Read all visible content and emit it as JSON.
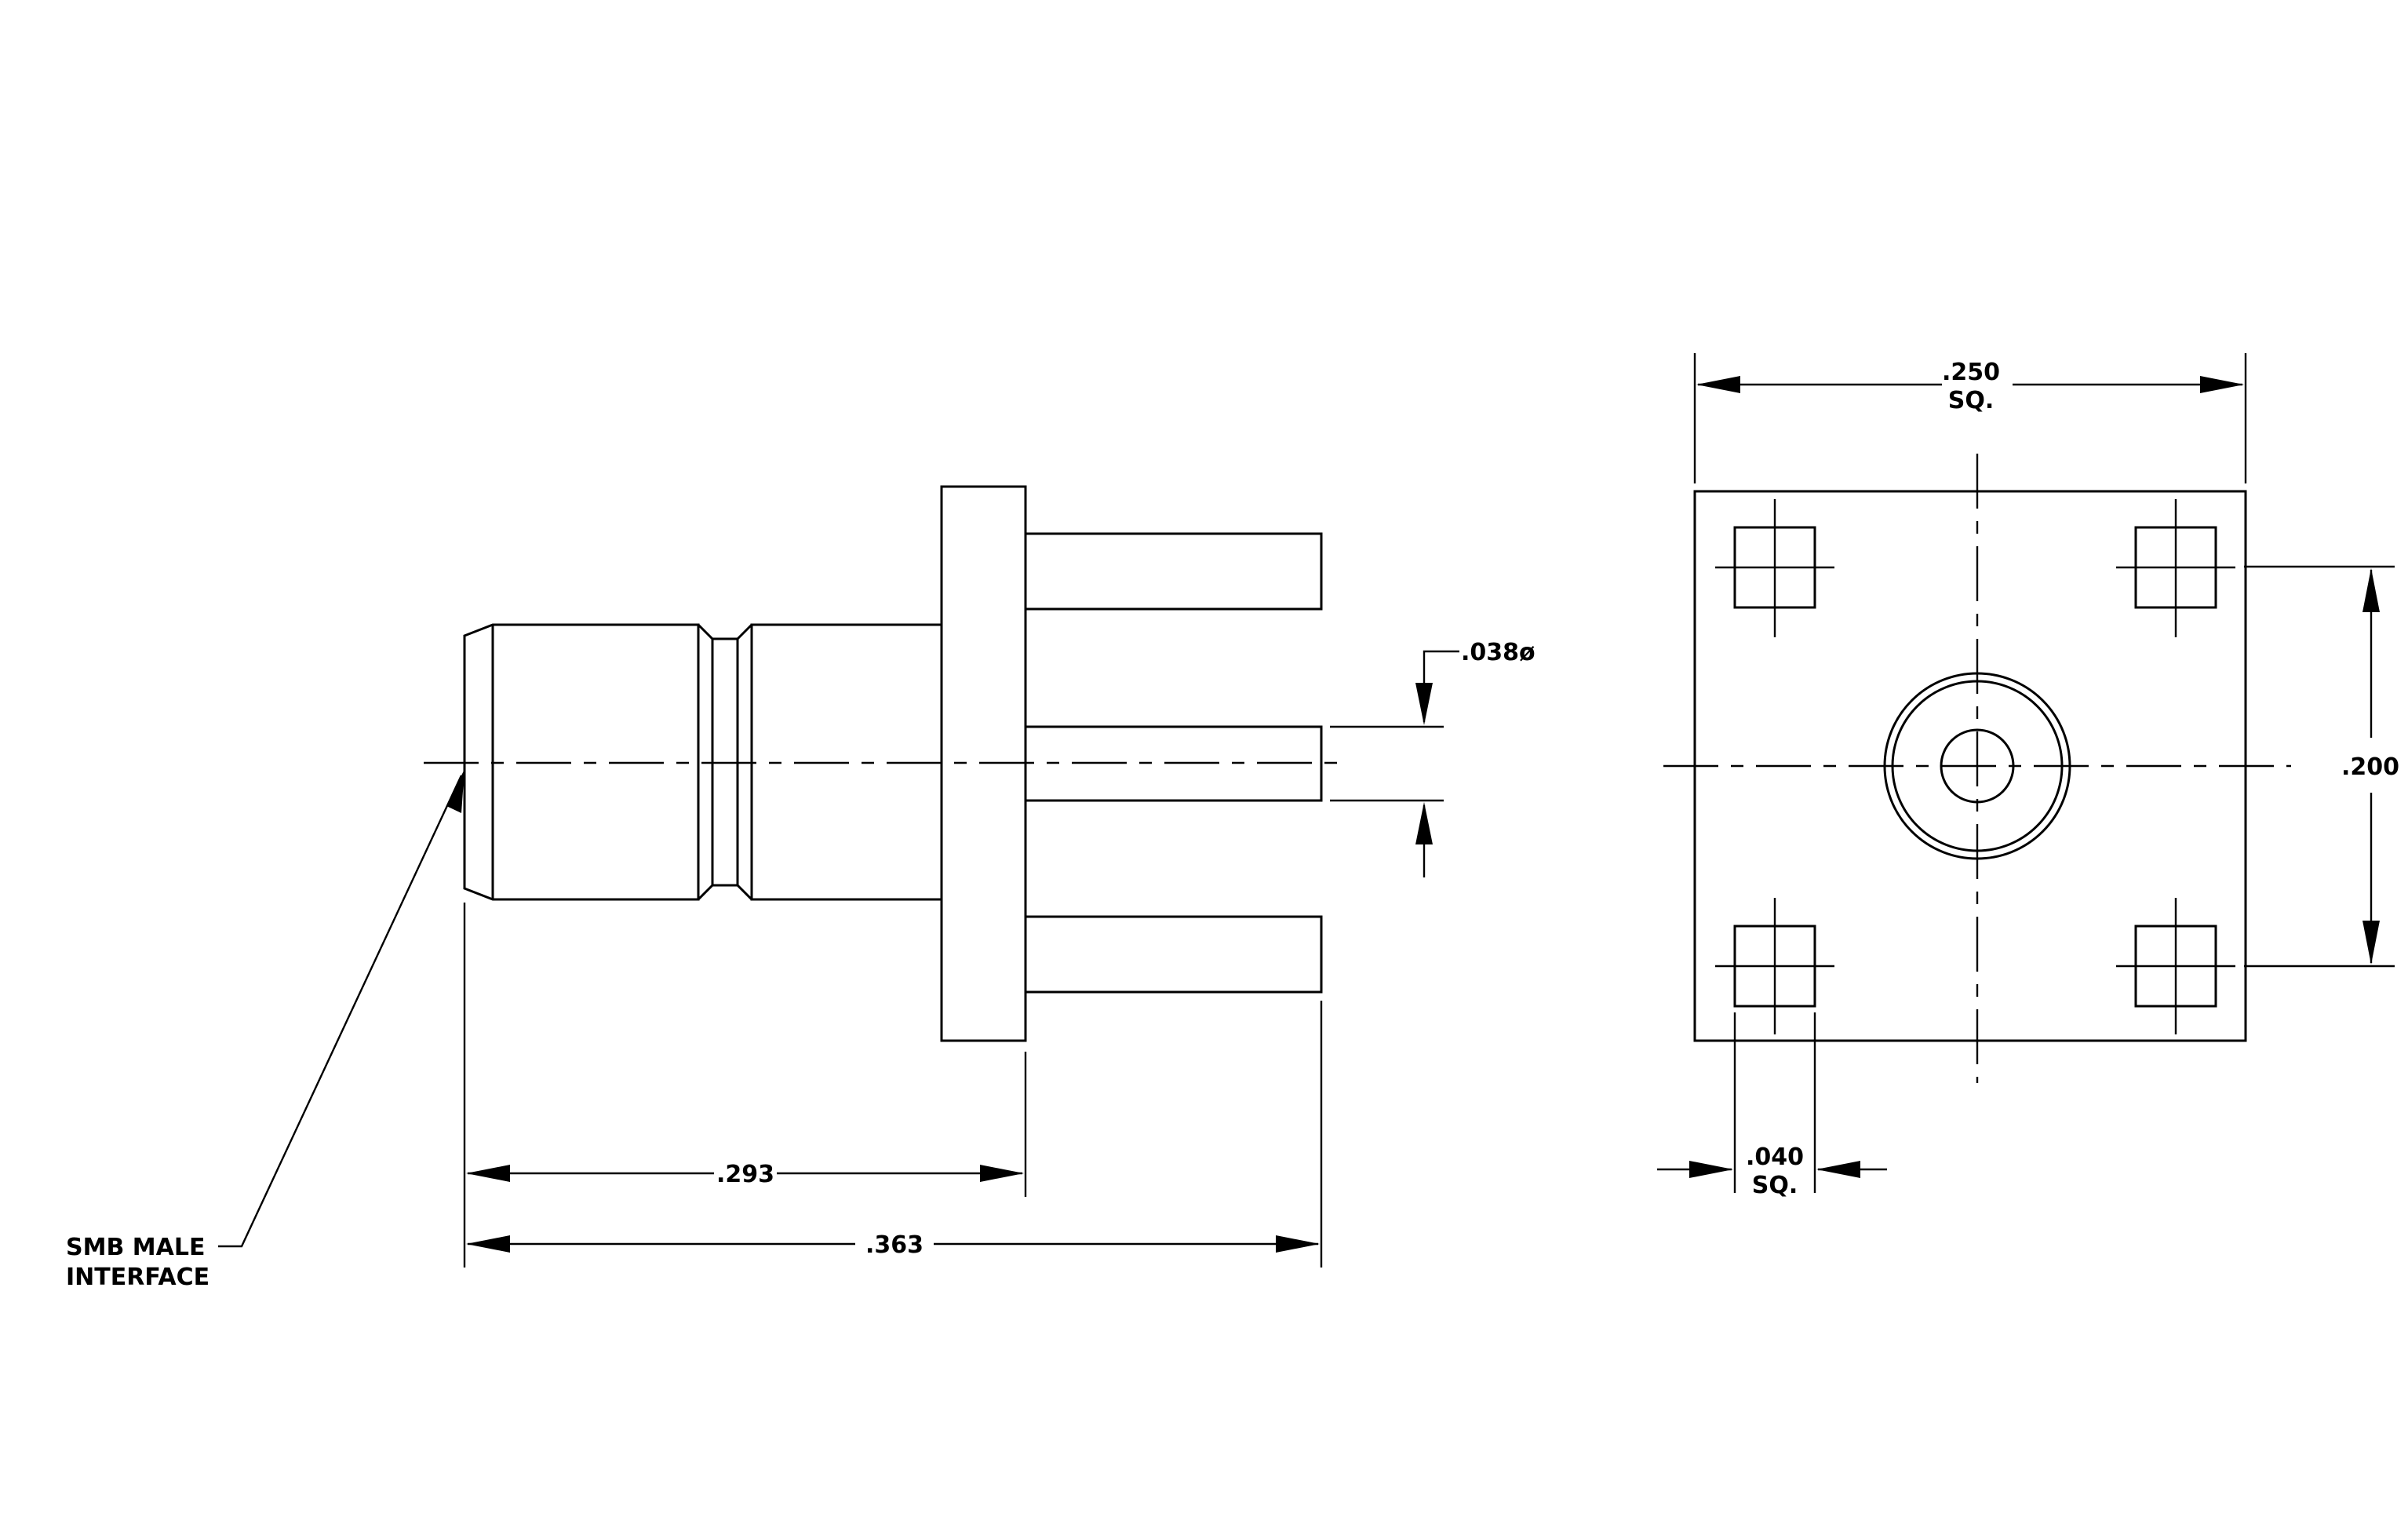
{
  "labels": {
    "interface_line1": "SMB MALE",
    "interface_line2": "INTERFACE",
    "pin_diameter": ".038ø",
    "length_to_flange": ".293",
    "overall_length": ".363",
    "body_width_line1": ".250",
    "body_width_line2": "SQ.",
    "pin_spacing": ".200",
    "pin_size_line1": ".040",
    "pin_size_line2": "SQ."
  },
  "colors": {
    "line": "#000000",
    "background": "#ffffff"
  }
}
